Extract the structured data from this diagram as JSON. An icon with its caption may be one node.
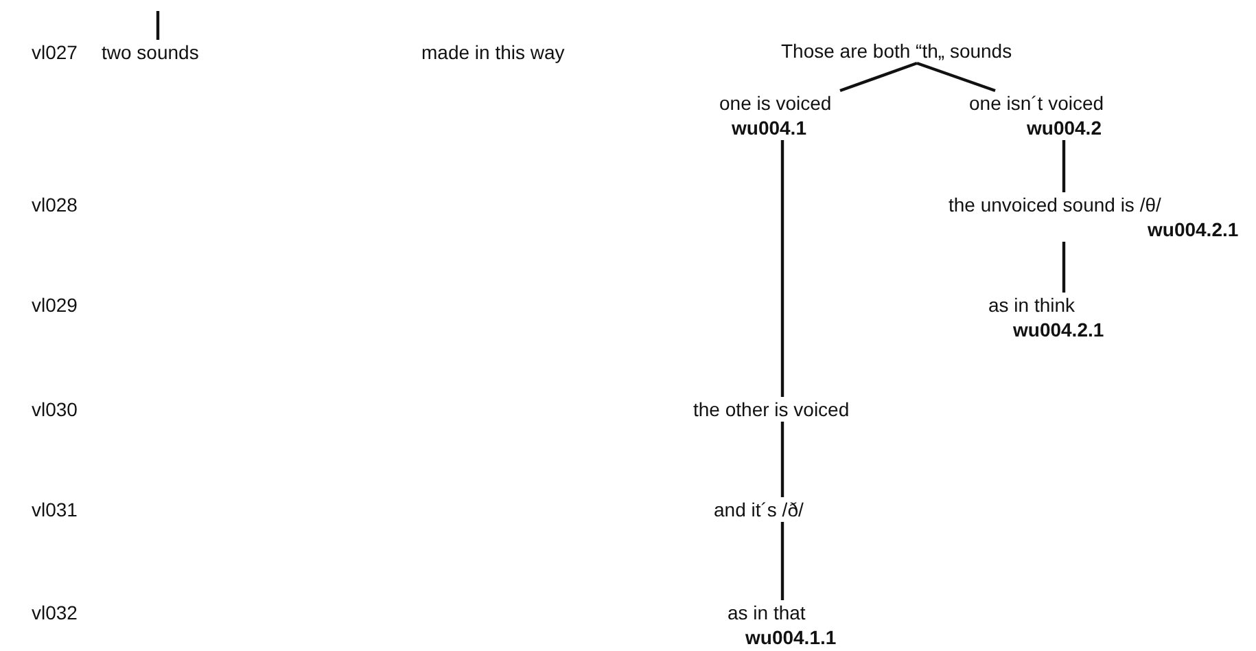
{
  "diagram": {
    "nodes": [
      {
        "text": [
          "two sounds"
        ]
      },
      {
        "text": [
          "Those are both “th„ sounds"
        ]
      },
      {
        "text": [
          "one is voiced",
          "wu004.1"
        ]
      },
      {
        "text": [
          "one isn´t voiced",
          "wu004.2"
        ]
      },
      {
        "text": [
          "the unvoiced sound is /θ/",
          "wu004.2.1"
        ]
      },
      {
        "text": [
          "as in think",
          "wu004.2.1"
        ]
      },
      {
        "text": [
          "the other is voiced"
        ]
      },
      {
        "text": [
          "and it´s /ð/"
        ]
      },
      {
        "text": [
          "as in that",
          "wu004.1.1"
        ]
      }
    ],
    "edges": [
      {
        "from": null,
        "to": 0,
        "arrow": "none"
      },
      {
        "from": 1,
        "to": 2,
        "arrow": "none"
      },
      {
        "from": 1,
        "to": 3,
        "arrow": "none"
      },
      {
        "from": 3,
        "to": 4,
        "arrow": "none"
      },
      {
        "from": 4,
        "to": 5,
        "arrow": "none"
      },
      {
        "from": 2,
        "to": 6,
        "arrow": "none"
      },
      {
        "from": 6,
        "to": 7,
        "arrow": "none"
      },
      {
        "from": 7,
        "to": 8,
        "arrow": "none"
      }
    ],
    "labels": [
      "vl027",
      "made in this way",
      "vl028",
      "vl029",
      "vl030",
      "vl031",
      "vl032"
    ]
  }
}
